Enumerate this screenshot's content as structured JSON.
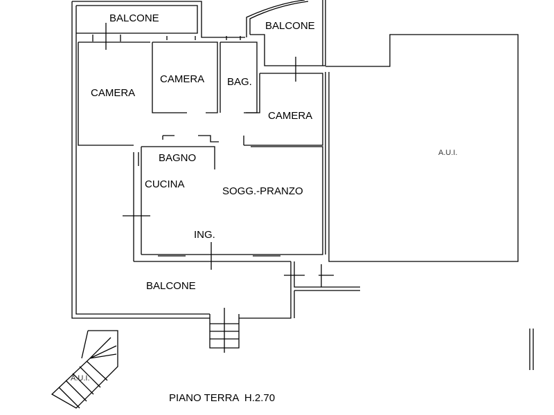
{
  "rooms": {
    "balcone_top_left": "BALCONE",
    "balcone_top_right": "BALCONE",
    "camera_left": "CAMERA",
    "camera_middle": "CAMERA",
    "bagno_small": "BAG.",
    "camera_right": "CAMERA",
    "bagno": "BAGNO",
    "cucina": "CUCINA",
    "soggiorno_pranzo": "SOGG.-PRANZO",
    "ingresso": "ING.",
    "balcone_bottom": "BALCONE",
    "aui_right": "A.U.I.",
    "aui_stairs": "A.U.I."
  },
  "footer": {
    "title": "PIANO TERRA  H.2.70"
  }
}
